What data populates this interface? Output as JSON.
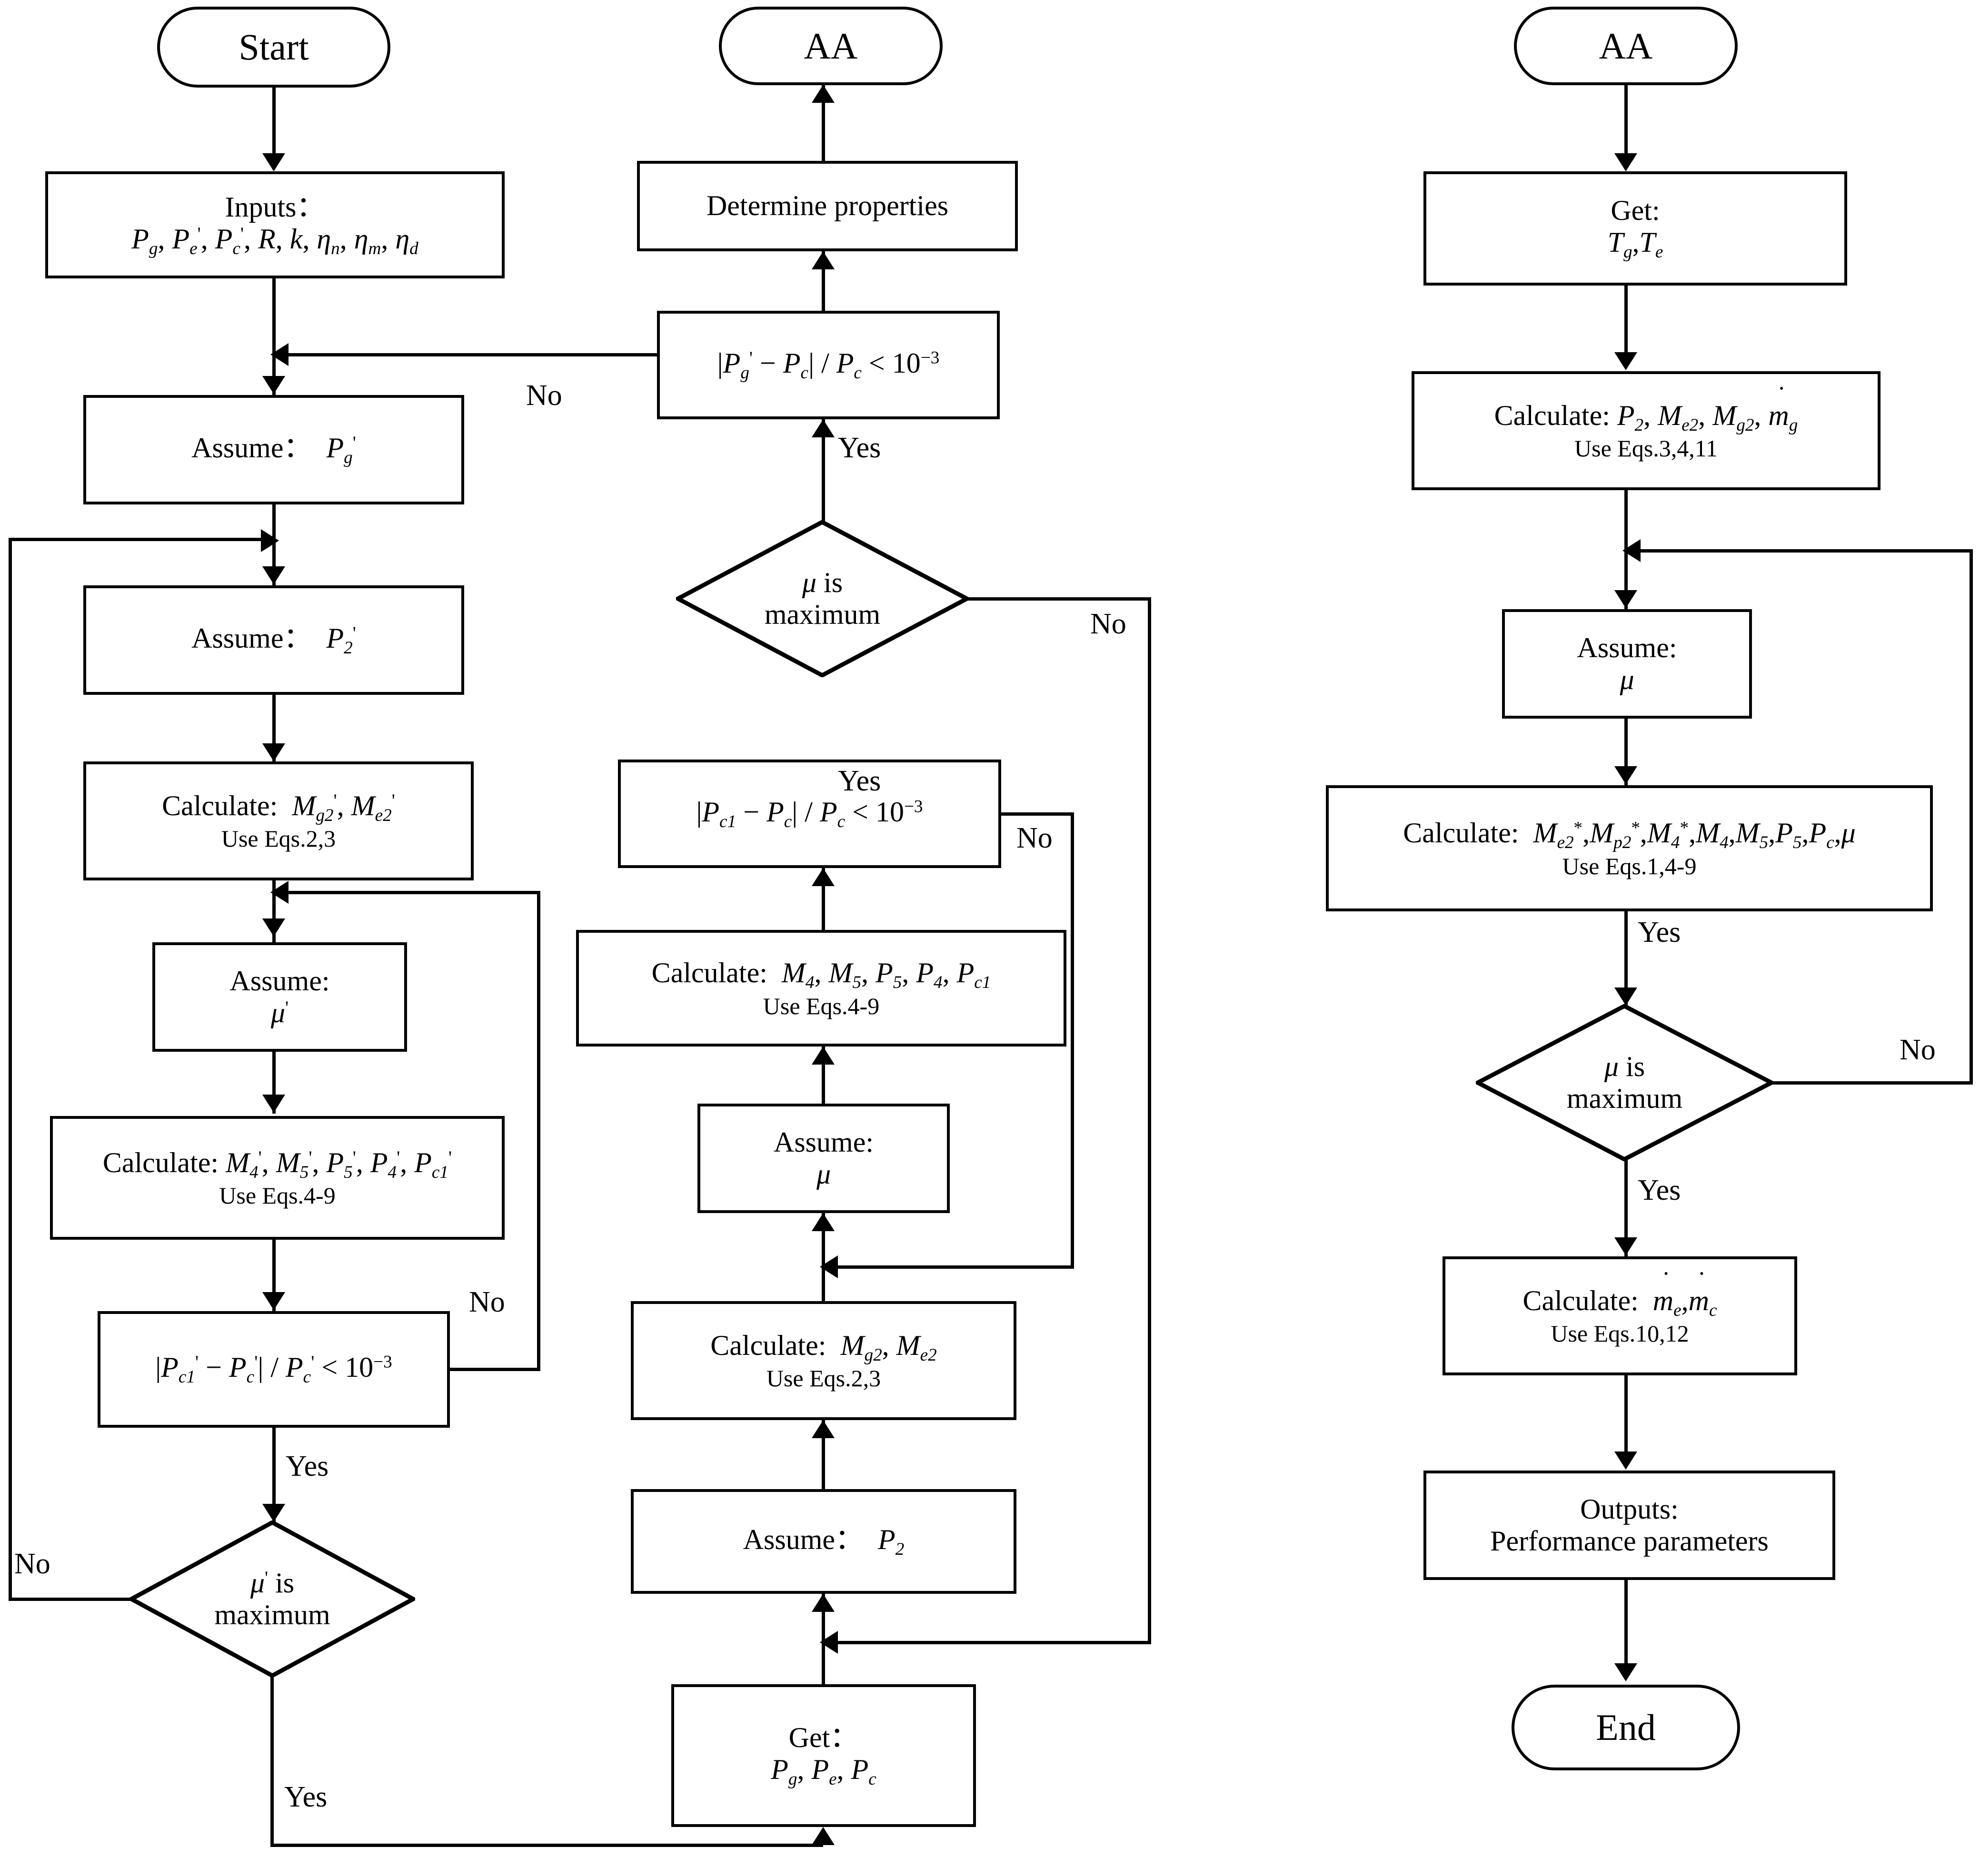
{
  "diagram": {
    "title": "Iterative ejector performance calculation flowchart",
    "type": "flowchart",
    "columns": 3
  },
  "labels": {
    "yes": "Yes",
    "no": "No"
  },
  "left_column": {
    "start": "Start",
    "inputs_title": "Inputs：",
    "inputs_vars": "Pg, Pe', Pc', R, k, ηn, ηm, ηd",
    "assume_pg": "Assume：",
    "assume_pg_var": "Pg'",
    "assume_p2": "Assume：",
    "assume_p2_var": "P2'",
    "calc_m_title": "Calculate:",
    "calc_m_vars": "Mg2', Me2'",
    "calc_m_eqs": "Use Eqs.2,3",
    "assume_mu": "Assume:",
    "assume_mu_var": "μ'",
    "calc_mp_title": "Calculate:",
    "calc_mp_vars": "M4', M5', P5', P4', Pc1'",
    "calc_mp_eqs": "Use Eqs.4-9",
    "check_pc": "|Pc1' − Pc'| / Pc' < 10⁻³",
    "decision_mu": "μ' is maximum"
  },
  "middle_column": {
    "aa": "AA",
    "determine": "Determine properties",
    "check_pg": "|Pg' − Pc| / Pc < 10⁻³",
    "decision_mu": "μ is maximum",
    "check_pc1": "|Pc1 − Pc| / Pc < 10⁻³",
    "calc_mp_title": "Calculate:",
    "calc_mp_vars": "M4, M5, P5, P4, Pc1",
    "calc_mp_eqs": "Use Eqs.4-9",
    "assume_mu": "Assume:",
    "assume_mu_var": "μ",
    "calc_m_title": "Calculate:",
    "calc_m_vars": "Mg2, Me2",
    "calc_m_eqs": "Use Eqs.2,3",
    "assume_p2": "Assume：",
    "assume_p2_var": "P2",
    "get_title": "Get：",
    "get_vars": "Pg, Pe, Pc"
  },
  "right_column": {
    "aa": "AA",
    "get_title": "Get:",
    "get_vars": "Tg, Te",
    "calc1_title": "Calculate:",
    "calc1_vars": "P2, Me2, Mg2, ṁg",
    "calc1_eqs": "Use Eqs.3,4,11",
    "assume_mu": "Assume:",
    "assume_mu_var": "μ",
    "calc2_title": "Calculate:",
    "calc2_vars": "Me2*, Mp2*, M4*, M4, M5, P5, Pc, μ",
    "calc2_eqs": "Use Eqs.1,4-9",
    "decision_mu": "μ is maximum",
    "calc3_title": "Calculate:",
    "calc3_vars": "ṁe, ṁc",
    "calc3_eqs": "Use Eqs.10,12",
    "outputs_title": "Outputs:",
    "outputs_text": "Performance parameters",
    "end": "End"
  },
  "colors": {
    "stroke": "#000000",
    "fill": "#ffffff"
  }
}
